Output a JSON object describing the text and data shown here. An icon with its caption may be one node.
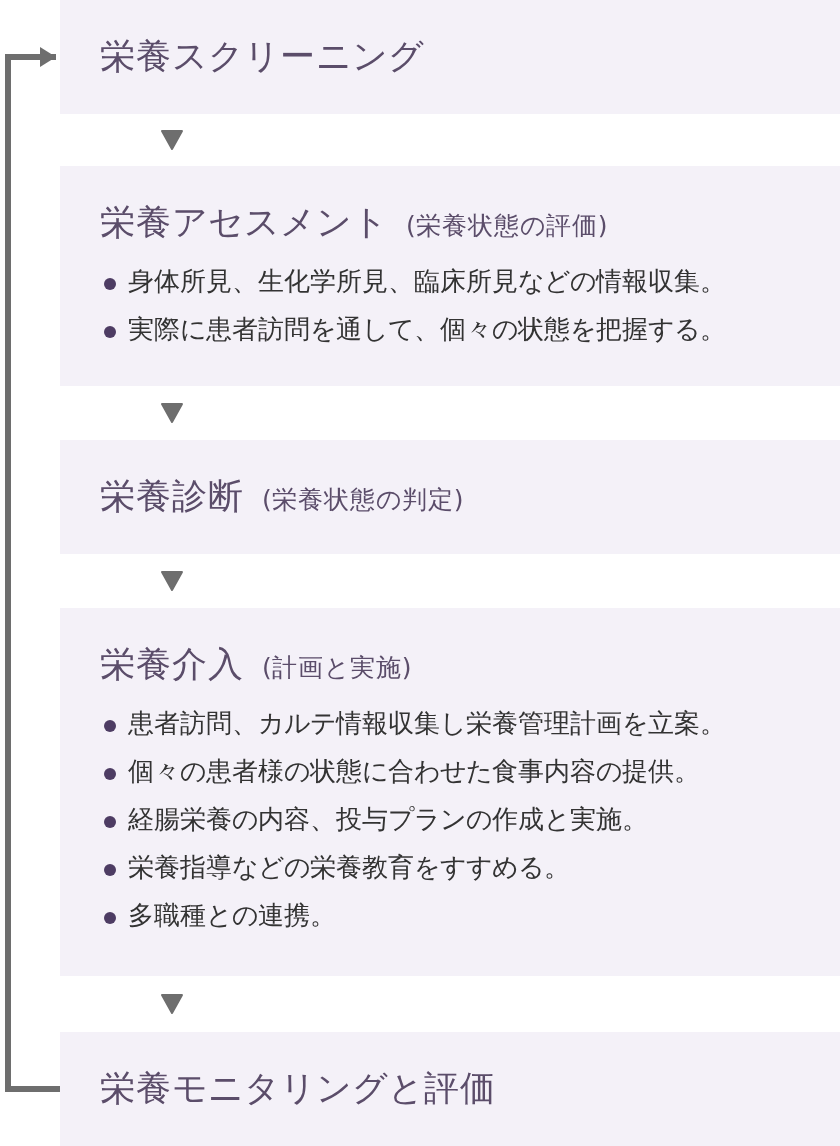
{
  "diagram": {
    "nodes": [
      {
        "text": [
          "栄養スクリーニング"
        ]
      },
      {
        "text": [
          "栄養アセスメント",
          "(栄養状態の評価)",
          "身体所見、生化学所見、臨床所見などの情報収集。",
          "実際に患者訪問を通して、個々の状態を把握する。"
        ]
      },
      {
        "text": [
          "栄養診断",
          "(栄養状態の判定)"
        ]
      },
      {
        "text": [
          "栄養介入",
          "(計画と実施)",
          "患者訪問、カルテ情報収集し栄養管理計画を立案。",
          "個々の患者様の状態に合わせた食事内容の提供。",
          "経腸栄養の内容、投与プランの作成と実施。",
          "栄養指導などの栄養教育をすすめる。",
          "多職種との連携。"
        ]
      },
      {
        "text": [
          "栄養モニタリングと評価"
        ]
      }
    ],
    "edges": [
      {
        "from": 0,
        "to": 1,
        "arrow": "to"
      },
      {
        "from": 1,
        "to": 2,
        "arrow": "to"
      },
      {
        "from": 2,
        "to": 3,
        "arrow": "to"
      },
      {
        "from": 3,
        "to": 4,
        "arrow": "to"
      },
      {
        "from": 4,
        "to": 0,
        "arrow": "to",
        "style": "thick"
      }
    ]
  }
}
